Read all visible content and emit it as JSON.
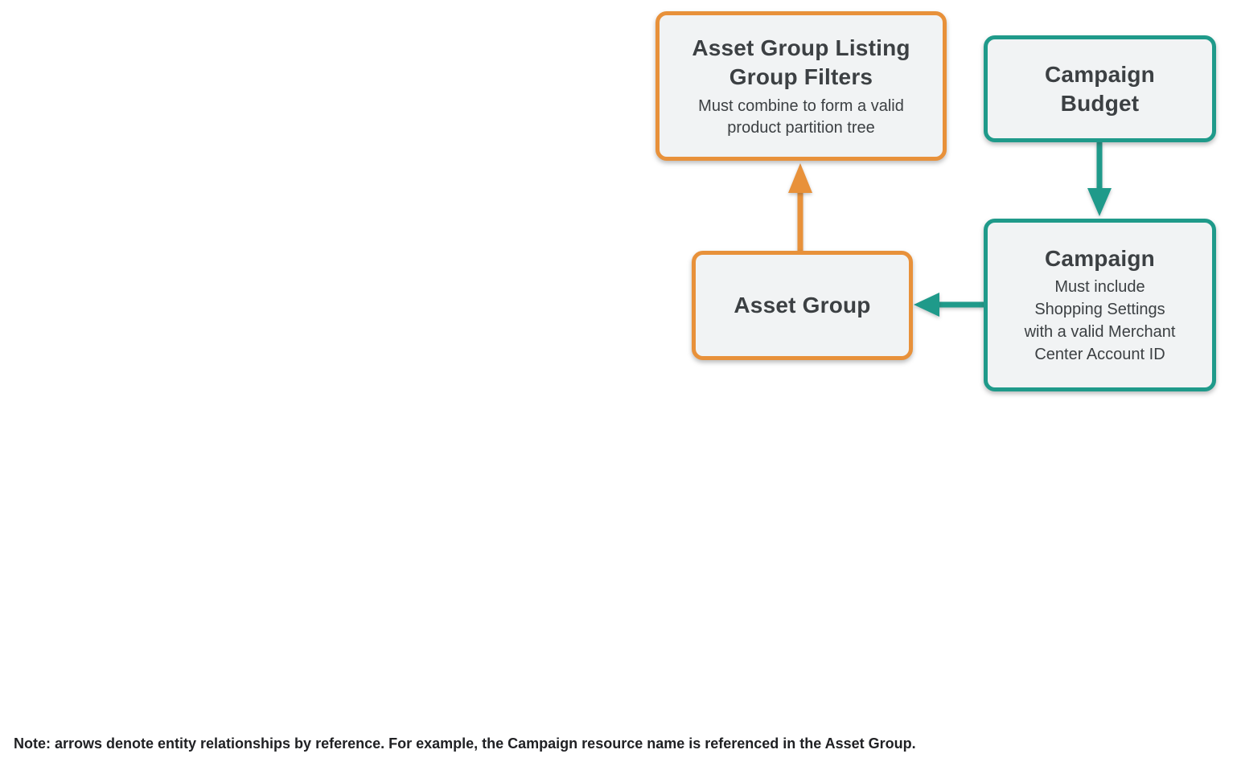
{
  "diagram": {
    "nodes": {
      "agl_filters": {
        "title": "Asset Group Listing\nGroup Filters",
        "subtitle": "Must combine to form a valid\nproduct partition tree",
        "accent": "orange"
      },
      "campaign_budget": {
        "title": "Campaign\nBudget",
        "accent": "teal"
      },
      "campaign": {
        "title": "Campaign",
        "subtitle": "Must include\nShopping Settings\nwith a valid Merchant\nCenter Account ID",
        "accent": "teal"
      },
      "asset_group": {
        "title": "Asset Group",
        "accent": "orange"
      }
    },
    "edges": [
      {
        "from": "asset_group",
        "to": "agl_filters",
        "accent": "orange",
        "direction": "up"
      },
      {
        "from": "campaign_budget",
        "to": "campaign",
        "accent": "teal",
        "direction": "down"
      },
      {
        "from": "campaign",
        "to": "asset_group",
        "accent": "teal",
        "direction": "left"
      }
    ],
    "colors": {
      "orange": "#E8913A",
      "teal": "#1F9A8A",
      "box_fill": "#F1F3F4",
      "title_text": "#3C4043",
      "note_text": "#202124",
      "background": "#FFFFFF"
    }
  },
  "note": {
    "text": "Note: arrows denote entity relationships by reference. For example, the Campaign resource name is referenced in the Asset Group."
  }
}
